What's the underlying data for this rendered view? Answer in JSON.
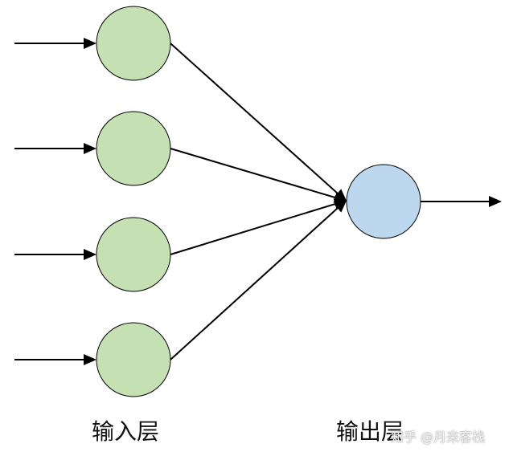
{
  "colors": {
    "input_node_fill": "#c5e1b4",
    "output_node_fill": "#bdd7ee",
    "stroke": "#000000"
  },
  "labels": {
    "input_layer": "输入层",
    "output_layer": "输出层",
    "watermark": "知乎 @月来客栈"
  },
  "input_nodes": [
    {
      "name": "input-node-1"
    },
    {
      "name": "input-node-2"
    },
    {
      "name": "input-node-3"
    },
    {
      "name": "input-node-4"
    }
  ],
  "output_nodes": [
    {
      "name": "output-node-1"
    }
  ]
}
